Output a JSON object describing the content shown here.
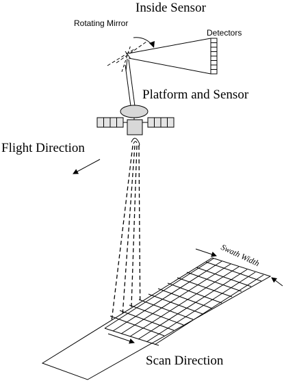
{
  "labels": {
    "inside_sensor": "Inside Sensor",
    "rotating_mirror": "Rotating Mirror",
    "detectors": "Detectors",
    "platform_and_sensor": "Platform and Sensor",
    "flight_direction": "Flight Direction",
    "swath_width": "Swath Width",
    "scan_direction": "Scan Direction"
  }
}
